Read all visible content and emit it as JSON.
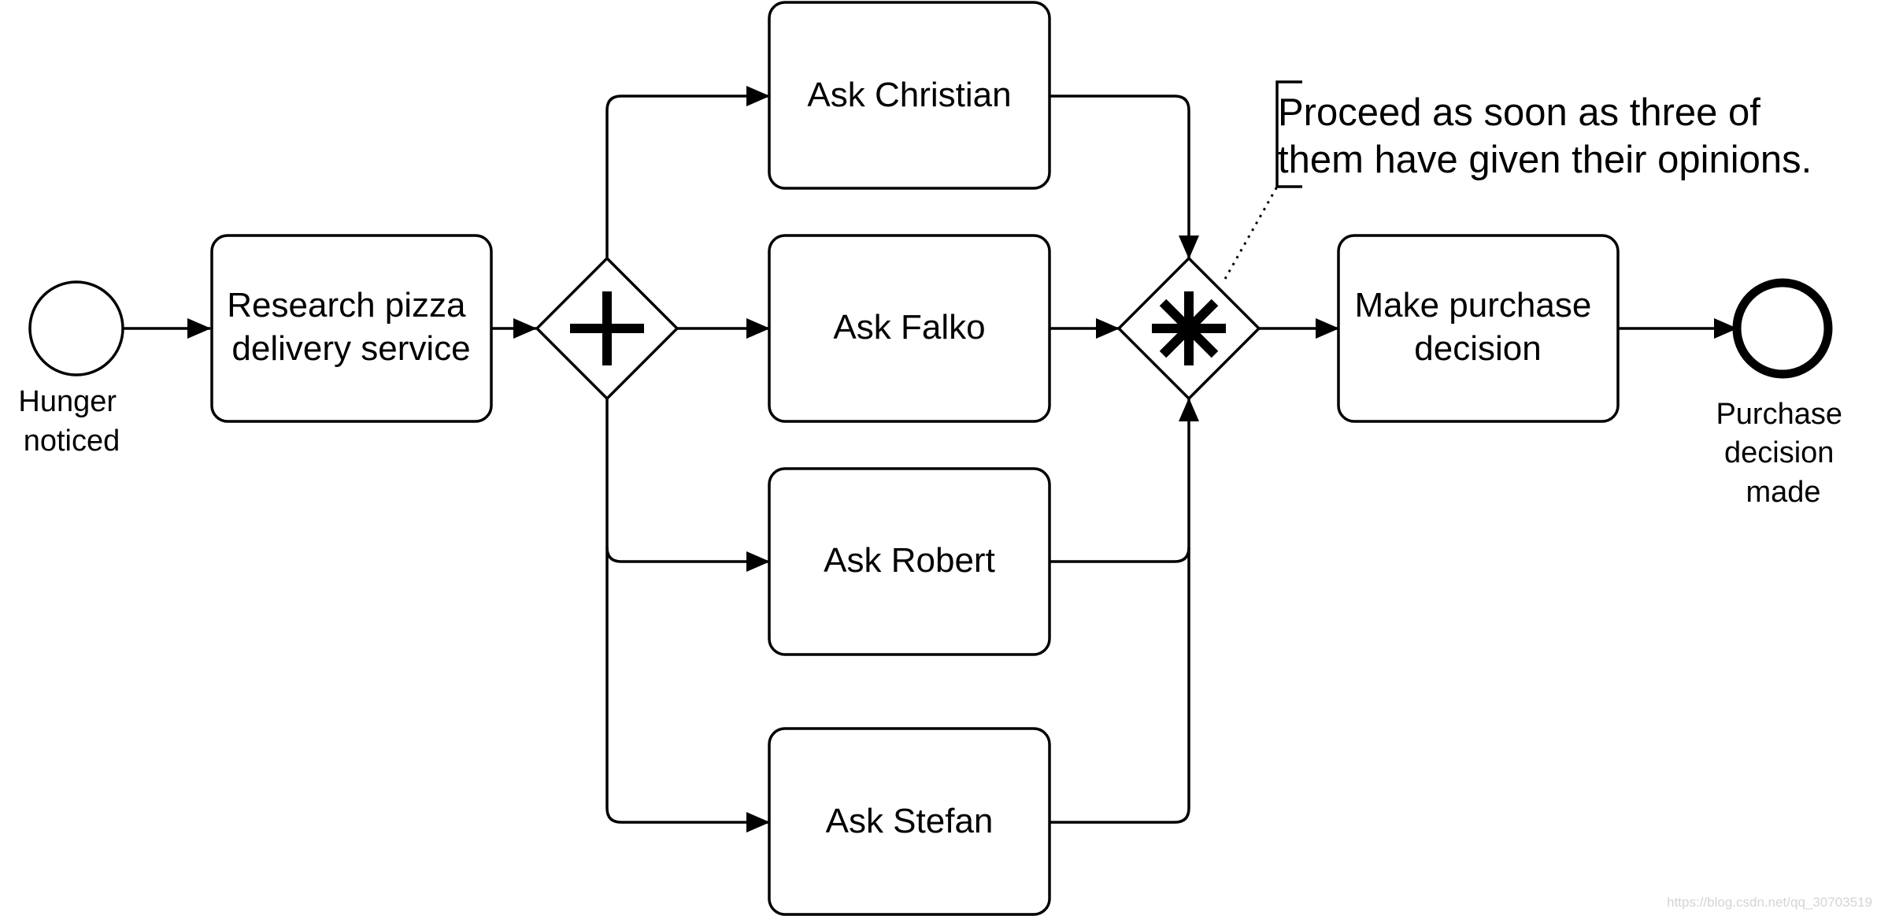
{
  "diagram": {
    "start_event": {
      "label_lines": [
        "Hunger",
        "noticed"
      ]
    },
    "end_event": {
      "label_lines": [
        "Purchase",
        "decision",
        "made"
      ]
    },
    "tasks": {
      "research": {
        "label_lines": [
          "Research pizza",
          "delivery service"
        ]
      },
      "ask_christian": {
        "label_lines": [
          "Ask Christian"
        ]
      },
      "ask_falko": {
        "label_lines": [
          "Ask Falko"
        ]
      },
      "ask_robert": {
        "label_lines": [
          "Ask Robert"
        ]
      },
      "ask_stefan": {
        "label_lines": [
          "Ask Stefan"
        ]
      },
      "decide": {
        "label_lines": [
          "Make purchase",
          "decision"
        ]
      }
    },
    "gateways": {
      "split": {
        "kind": "parallel",
        "marker": "plus"
      },
      "join": {
        "kind": "complex",
        "marker": "asterisk"
      }
    },
    "annotation": {
      "label_lines": [
        "Proceed as soon as three of",
        "them have given their opinions."
      ]
    },
    "watermark": "https://blog.csdn.net/qq_30703519"
  }
}
